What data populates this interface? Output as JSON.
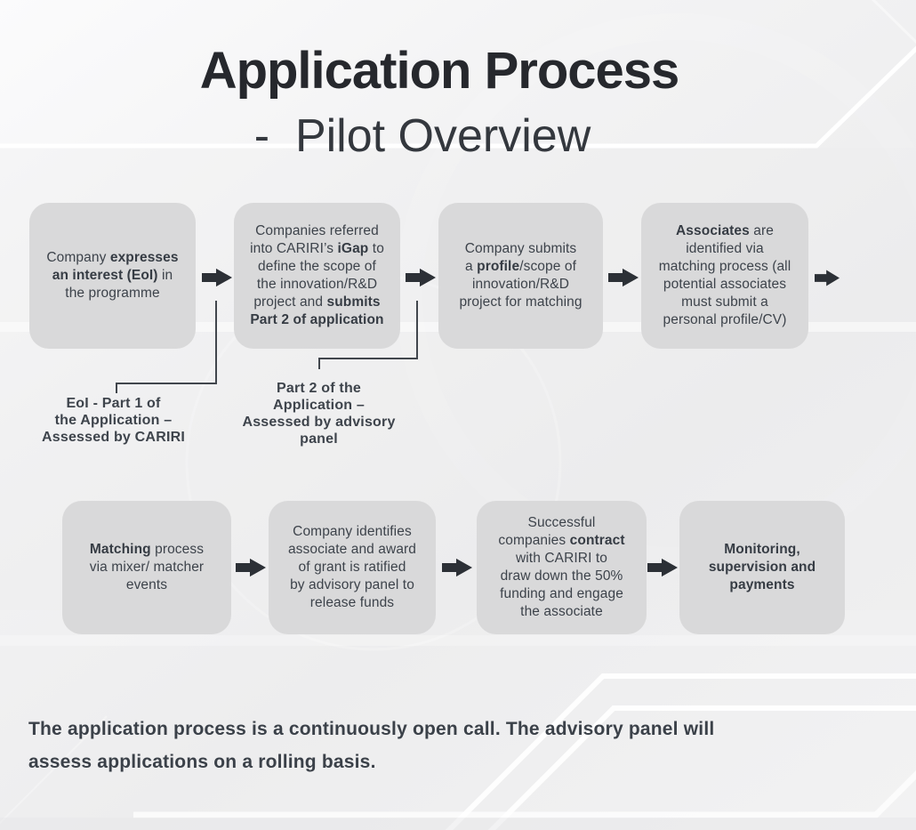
{
  "title": "Application Process",
  "subtitle": "-  Pilot Overview",
  "flow": {
    "row1": [
      {
        "segments": [
          {
            "t": "Company ",
            "b": false
          },
          {
            "t": "expresses\nan interest (EoI)",
            "b": true
          },
          {
            "t": " in\nthe programme",
            "b": false
          }
        ]
      },
      {
        "segments": [
          {
            "t": "Companies referred\ninto CARIRI’s ",
            "b": false
          },
          {
            "t": "iGap",
            "b": true
          },
          {
            "t": " to\ndefine the scope of\nthe innovation/R&D\nproject and ",
            "b": false
          },
          {
            "t": "submits\nPart 2 of application",
            "b": true
          }
        ]
      },
      {
        "segments": [
          {
            "t": "Company submits\na ",
            "b": false
          },
          {
            "t": "profile",
            "b": true
          },
          {
            "t": "/scope of\ninnovation/R&D\nproject for matching",
            "b": false
          }
        ]
      },
      {
        "segments": [
          {
            "t": "Associates",
            "b": true
          },
          {
            "t": " are\nidentified via\nmatching process (all\npotential associates\nmust submit a\npersonal profile/CV)",
            "b": false
          }
        ]
      }
    ],
    "row2": [
      {
        "segments": [
          {
            "t": "Matching",
            "b": true
          },
          {
            "t": " process\nvia mixer/ matcher\nevents",
            "b": false
          }
        ]
      },
      {
        "segments": [
          {
            "t": "Company identifies\nassociate and award\nof grant is ratified\nby advisory panel to\nrelease funds",
            "b": false
          }
        ]
      },
      {
        "segments": [
          {
            "t": "Successful\ncompanies ",
            "b": false
          },
          {
            "t": "contract",
            "b": true
          },
          {
            "t": "\nwith CARIRI to\ndraw down the 50%\nfunding and engage\nthe associate",
            "b": false
          }
        ]
      },
      {
        "segments": [
          {
            "t": "Monitoring,\nsupervision and\npayments",
            "b": true
          }
        ]
      }
    ]
  },
  "annotations": {
    "part1": "EoI - Part 1 of\nthe Application –\nAssessed by CARIRI",
    "part2": "Part 2 of the\nApplication –\nAssessed by advisory\npanel"
  },
  "footer": "The application process is a continuously open call. The advisory panel will\nassess applications on a rolling basis.",
  "colors": {
    "box_fill": "#d9d9da",
    "arrow": "#2c3036",
    "text": "#3d434b",
    "connector": "#41464d",
    "decor_line": "#ffffff"
  }
}
